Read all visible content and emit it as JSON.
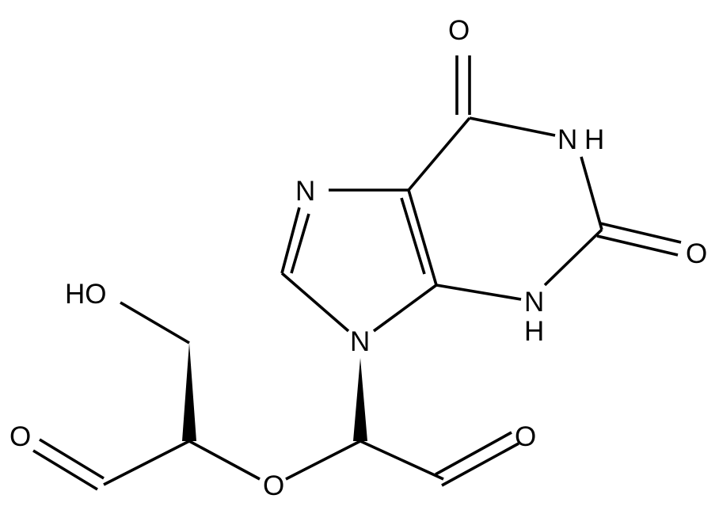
{
  "atoms": {
    "o_c6": "O",
    "nh1_n": "N",
    "nh1_h": "H",
    "o_c2": "O",
    "nh3_n": "N",
    "nh3_h": "H",
    "n7": "N",
    "n9": "N",
    "hydroxyl": "HO",
    "o_left_aldehyde": "O",
    "o_ether": "O",
    "o_right_aldehyde": "O"
  }
}
